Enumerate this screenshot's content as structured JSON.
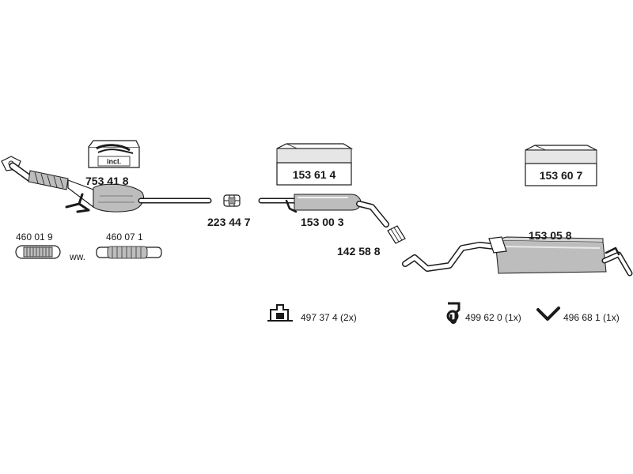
{
  "parts": {
    "catalytic_converter": "753 41 8",
    "included_tag": "incl.",
    "flex_pipe_a": "460 01 9",
    "flex_pipe_b": "460 07 1",
    "alternative_text": "ww.",
    "clamp_front": "223 44 7",
    "centre_pipe": "153 00 3",
    "mount_kit_centre": "153 61 4",
    "clamp_rear": "142 58 8",
    "rear_silencer": "153 05 8",
    "mount_kit_rear": "153 60 7"
  },
  "hardware": {
    "bracket": "497 37 4 (2x)",
    "rubber_ring": "499 62 0  (1x)",
    "hanger": "496 68 1 (1x)"
  }
}
